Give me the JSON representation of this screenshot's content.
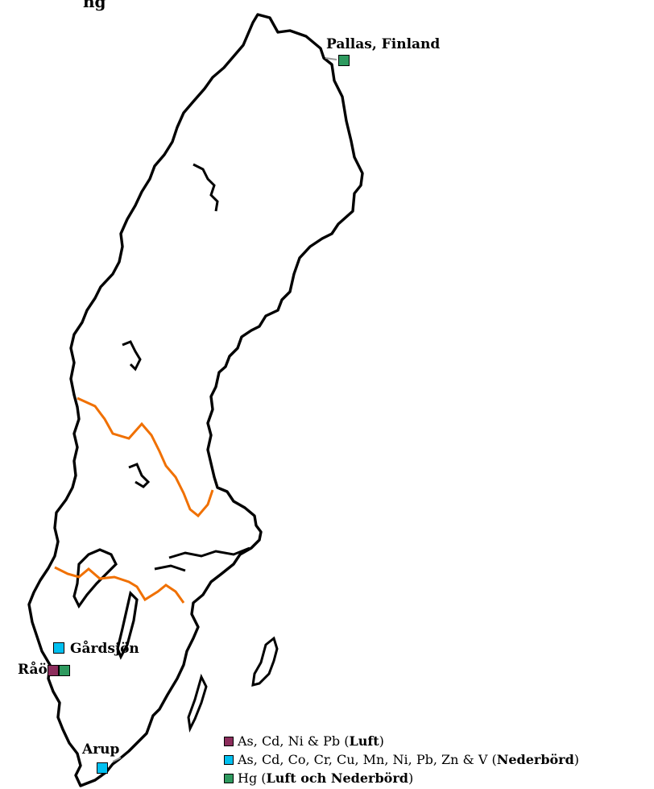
{
  "heading_fragment": "ng",
  "colors": {
    "air": "#8c2d5c",
    "precipitation": "#00c0f0",
    "mercury": "#2e9a5f",
    "border": "#000000",
    "region_line": "#f07000"
  },
  "stations": {
    "pallas": "Pallas, Finland",
    "gardsjon": "Gårdsjön",
    "rao": "Råö",
    "arup": "Arup"
  },
  "legend": {
    "items": [
      {
        "text": "As, Cd, Ni & Pb (",
        "bold": "Luft",
        "suffix": ")",
        "color_key": "air"
      },
      {
        "text": "As, Cd, Co, Cr, Cu, Mn, Ni, Pb, Zn & V (",
        "bold": "Nederbörd",
        "suffix": ")",
        "color_key": "precipitation"
      },
      {
        "text": "Hg (",
        "bold": "Luft och Nederbörd",
        "suffix": ")",
        "color_key": "mercury"
      }
    ]
  }
}
